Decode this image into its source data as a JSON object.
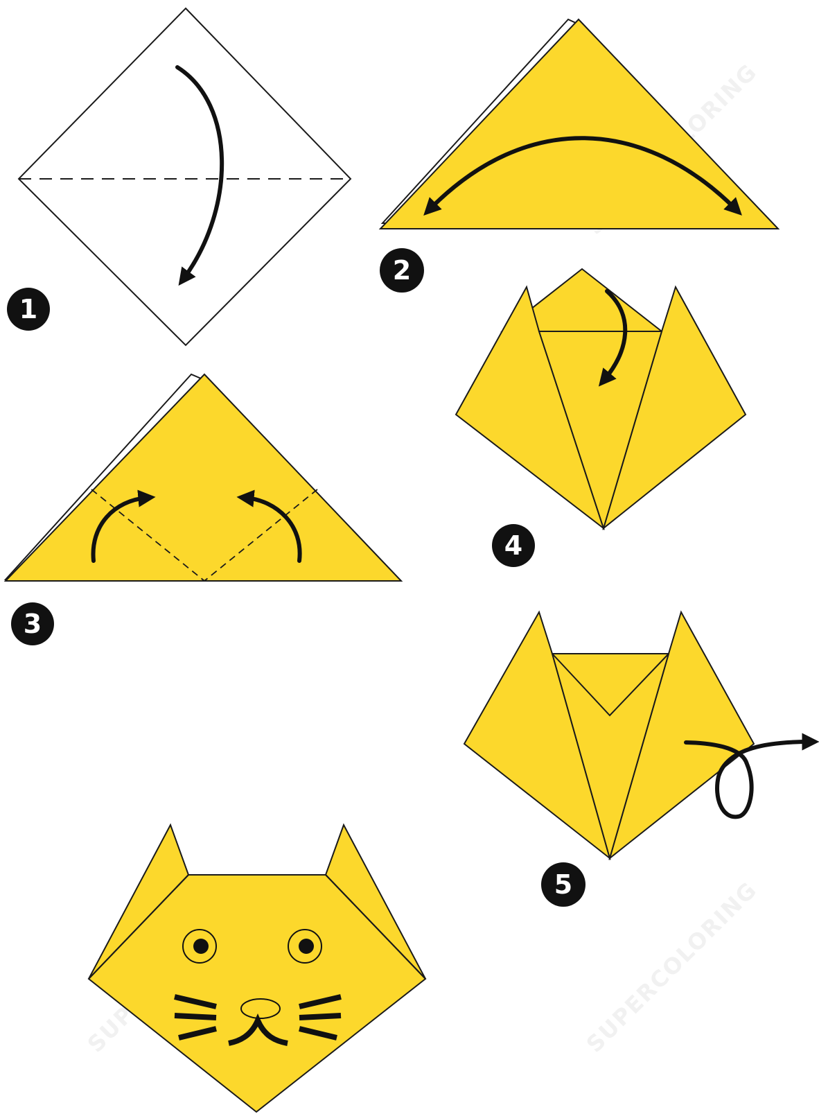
{
  "steps": [
    {
      "number": "1"
    },
    {
      "number": "2"
    },
    {
      "number": "3"
    },
    {
      "number": "4"
    },
    {
      "number": "5"
    }
  ],
  "watermark": "SUPERCOLORING",
  "colors": {
    "paper": "#FCD82C",
    "outline": "#1a1a1a",
    "badge": "#111111"
  }
}
